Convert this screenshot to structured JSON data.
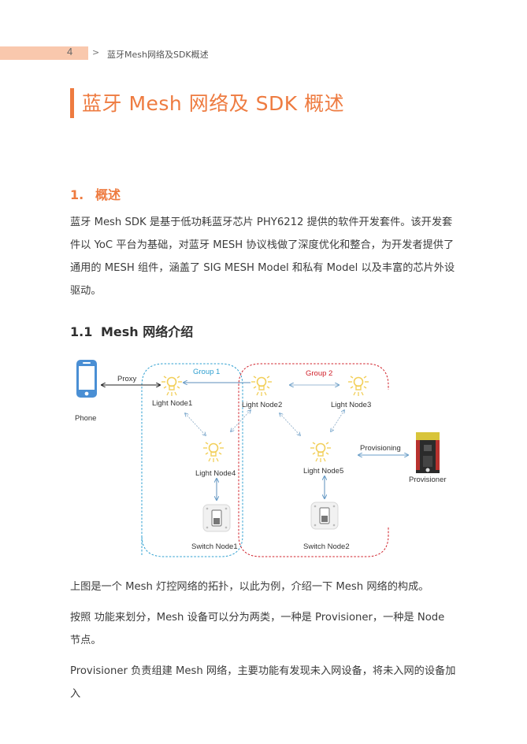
{
  "header": {
    "page_number": "4",
    "separator": ">",
    "chapter_title": "蓝牙Mesh网络及SDK概述"
  },
  "chapter": {
    "title": "蓝牙 Mesh 网络及 SDK 概述"
  },
  "section1": {
    "number": "1.",
    "title": "概述",
    "paragraph_lines": [
      "蓝牙 Mesh SDK 是基于低功耗蓝牙芯片 PHY6212 提供的软件开发套件。该开发套",
      "件以 YoC 平台为基础，对蓝牙 MESH 协议栈做了深度优化和整合，为开发者提供了",
      "通用的 MESH 组件，涵盖了 SIG MESH Model 和私有 Model 以及丰富的芯片外设",
      "驱动。"
    ]
  },
  "section1_1": {
    "number": "1.1",
    "title": "Mesh 网络介绍"
  },
  "diagram": {
    "phone_label": "Phone",
    "proxy_label": "Proxy",
    "group1_label": "Group 1",
    "group2_label": "Group 2",
    "group1_color": "#2e9fd0",
    "group2_color": "#d0202a",
    "nodes": {
      "light1": "Light Node1",
      "light2": "Light Node2",
      "light3": "Light Node3",
      "light4": "Light Node4",
      "light5": "Light Node5",
      "switch1": "Switch Node1",
      "switch2": "Switch Node2"
    },
    "provisioning_label": "Provisioning",
    "provisioner_label": "Provisioner"
  },
  "body": {
    "p1": "上图是一个 Mesh 灯控网络的拓扑，以此为例，介绍一下 Mesh 网络的构成。",
    "p2_lines": [
      "按照 功能来划分，Mesh 设备可以分为两类，一种是 Provisioner，一种是 Node",
      "节点。"
    ],
    "p3": "Provisioner 负责组建 Mesh 网络，主要功能有发现未入网设备，将未入网的设备加入"
  },
  "colors": {
    "accent": "#ee7b40",
    "header_bar": "#f9c8ad",
    "phone_blue": "#4a8fd4",
    "bulb_yellow": "#f4d97a",
    "link_blue": "#6a9ec8"
  }
}
